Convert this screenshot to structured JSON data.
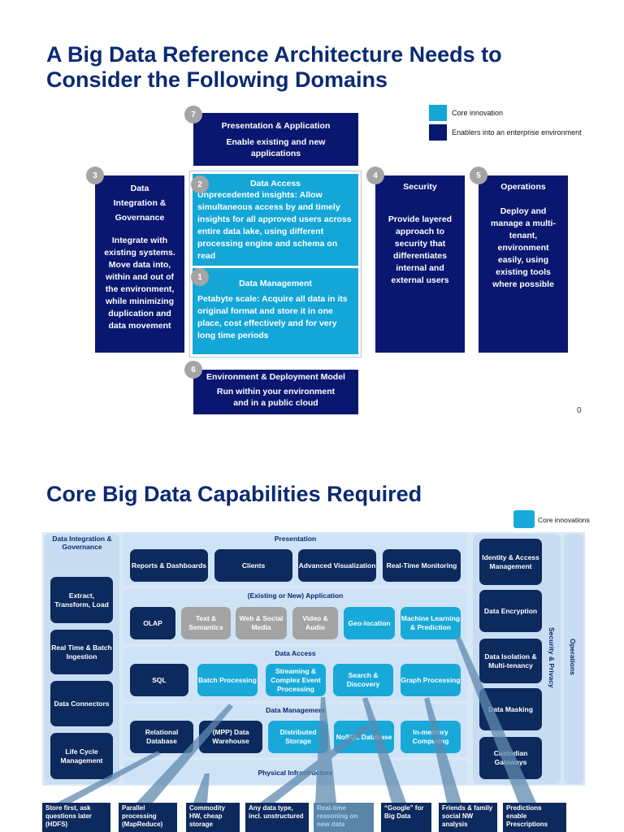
{
  "slide1": {
    "title_line1": "A Big Data Reference Architecture Needs to",
    "title_line2": "Consider the Following Domains",
    "legend": [
      {
        "label": "Core innovation",
        "color": "#14a6d6"
      },
      {
        "label": "Enablers into an enterprise environment",
        "color": "#0a1770"
      }
    ],
    "page_marker": "0",
    "domains": {
      "presentation": {
        "num": "7",
        "title": "Presentation & Application",
        "text": "Enable existing and new applications"
      },
      "integration": {
        "num": "3",
        "title": "Data Integration & Governance",
        "text": "Integrate with existing systems. Move data into, within and out of the environment, while minimizing duplication and data movement"
      },
      "access": {
        "num": "2",
        "title": "Data Access",
        "text": "Unprecedented insights: Allow simultaneous access by and timely insights for all approved users across entire data lake, using different processing engine and schema on read"
      },
      "management": {
        "num": "1",
        "title": "Data Management",
        "text": "Petabyte scale: Acquire all data in its original format and store it in one place, cost effectively and for very long time periods"
      },
      "security": {
        "num": "4",
        "title": "Security",
        "text": "Provide layered approach to security that differentiates internal and external users"
      },
      "operations": {
        "num": "5",
        "title": "Operations",
        "text": "Deploy and manage a multi-tenant, environment easily, using existing tools where possible"
      },
      "environment": {
        "num": "6",
        "title": "Environment & Deployment Model",
        "text": "Run within your environment and in a public cloud"
      }
    }
  },
  "slide2": {
    "title": "Core Big Data Capabilities Required",
    "legend_label": "Core innovations",
    "legend_color": "#19a9d9",
    "integration": {
      "title": "Data Integration & Governance",
      "items": [
        "Extract, Transform, Load",
        "Real Time & Batch Ingestion",
        "Data Connectors",
        "Life Cycle Management"
      ]
    },
    "presentation": {
      "title": "Presentation",
      "items": [
        "Reports & Dashboards",
        "Clients",
        "Advanced Visualization",
        "Real-Time Monitoring"
      ]
    },
    "application": {
      "title": "(Existing or New) Application",
      "items": [
        "OLAP",
        "Text & Semantics",
        "Web & Social Media",
        "Video & Audio",
        "Geo-location",
        "Machine Learning & Prediction"
      ]
    },
    "access": {
      "title": "Data Access",
      "items": [
        "SQL",
        "Batch Processing",
        "Streaming & Complex Event Processing",
        "Search & Discovery",
        "Graph Processing"
      ]
    },
    "management": {
      "title": "Data Management",
      "items": [
        "Relational Database",
        "(MPP) Data Warehouse",
        "Distributed Storage",
        "NoSQL Database",
        "In-memory Computing"
      ]
    },
    "infrastructure": {
      "title": "Physical Infrastructure"
    },
    "security": {
      "title": "Security & Privacy",
      "items": [
        "Identity & Access Management",
        "Data Encryption",
        "Data Isolation & Multi-tenancy",
        "Data Masking",
        "Custodian Gateways"
      ]
    },
    "operations": {
      "title": "Operations"
    },
    "notes": [
      "Store first, ask questions later (HDFS)",
      "Parallel processing (MapReduce)",
      "Commodity HW, cheap storage",
      "Any data type, incl. unstructured",
      "Real-time reasoning on new data",
      "“Google” for Big Data",
      "Friends & family social NW analysis",
      "Predictions enable Prescriptions"
    ]
  }
}
